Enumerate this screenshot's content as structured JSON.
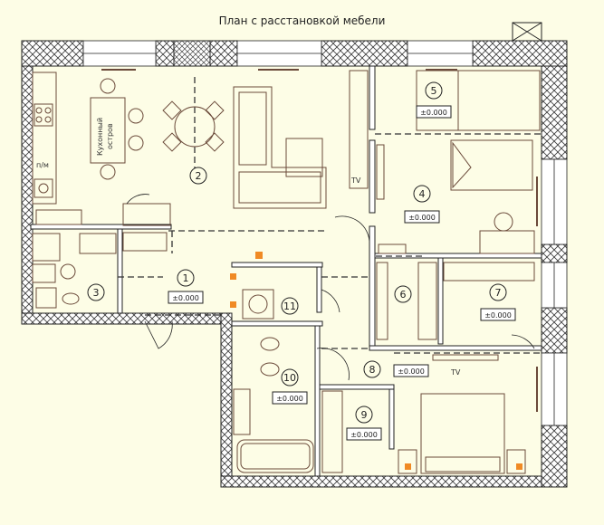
{
  "title": "План с расстановкой мебели",
  "colors": {
    "background": "#fdfde6",
    "wall_outline": "#222222",
    "hatch": "#3a3a3a",
    "furniture": "#6b4a3a",
    "dashed": "#333333",
    "outlet": "#f08a24"
  },
  "labels": {
    "kitchen_island": [
      "Кухонный",
      "остров"
    ],
    "pm": "п/м",
    "tv": "TV"
  },
  "rooms": [
    {
      "num": "1",
      "level": "±0.000"
    },
    {
      "num": "2",
      "level": ""
    },
    {
      "num": "3",
      "level": ""
    },
    {
      "num": "4",
      "level": "±0.000"
    },
    {
      "num": "5",
      "level": "±0.000"
    },
    {
      "num": "6",
      "level": ""
    },
    {
      "num": "7",
      "level": "±0.000"
    },
    {
      "num": "8",
      "level": "±0.000"
    },
    {
      "num": "9",
      "level": "±0.000"
    },
    {
      "num": "10",
      "level": "±0.000"
    },
    {
      "num": "11",
      "level": ""
    }
  ]
}
